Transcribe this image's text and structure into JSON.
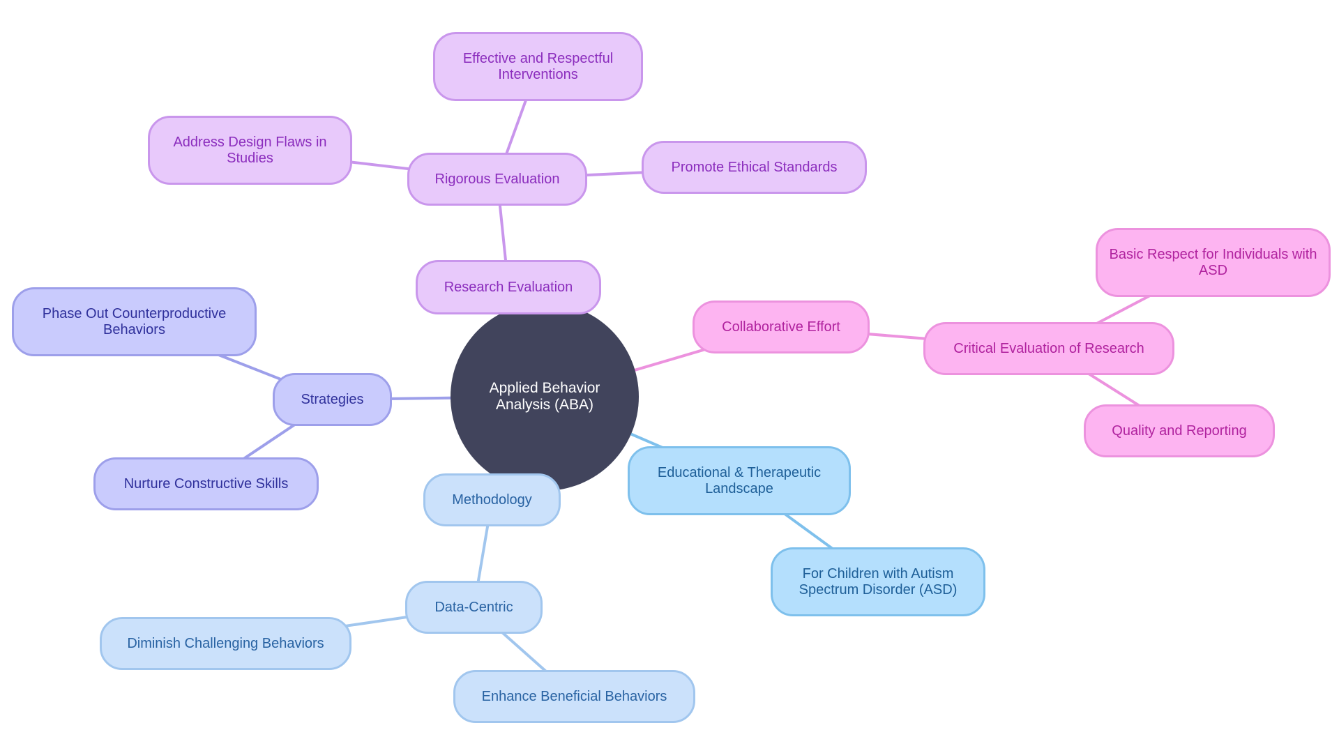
{
  "diagram": {
    "root": {
      "label": "Applied Behavior Analysis (ABA)"
    },
    "nodes": [
      {
        "id": "research-evaluation",
        "label": "Research Evaluation",
        "theme": "purple"
      },
      {
        "id": "rigorous-evaluation",
        "label": "Rigorous Evaluation",
        "theme": "purple"
      },
      {
        "id": "effective-respectful-interventions",
        "label": "Effective and Respectful Interventions",
        "theme": "purple"
      },
      {
        "id": "address-design-flaws",
        "label": "Address Design Flaws in Studies",
        "theme": "purple"
      },
      {
        "id": "promote-ethical-standards",
        "label": "Promote Ethical Standards",
        "theme": "purple"
      },
      {
        "id": "collaborative-effort",
        "label": "Collaborative Effort",
        "theme": "pink"
      },
      {
        "id": "critical-evaluation",
        "label": "Critical Evaluation of Research",
        "theme": "pink"
      },
      {
        "id": "basic-respect",
        "label": "Basic Respect for Individuals with ASD",
        "theme": "pink"
      },
      {
        "id": "quality-reporting",
        "label": "Quality and Reporting",
        "theme": "pink"
      },
      {
        "id": "educational-therapeutic",
        "label": "Educational & Therapeutic Landscape",
        "theme": "blue"
      },
      {
        "id": "children-asd",
        "label": "For Children with Autism Spectrum Disorder (ASD)",
        "theme": "blue"
      },
      {
        "id": "methodology",
        "label": "Methodology",
        "theme": "lblue"
      },
      {
        "id": "data-centric",
        "label": "Data-Centric",
        "theme": "lblue"
      },
      {
        "id": "diminish-challenging",
        "label": "Diminish Challenging Behaviors",
        "theme": "lblue"
      },
      {
        "id": "enhance-beneficial",
        "label": "Enhance Beneficial Behaviors",
        "theme": "lblue"
      },
      {
        "id": "strategies",
        "label": "Strategies",
        "theme": "indigo"
      },
      {
        "id": "phase-out",
        "label": "Phase Out Counterproductive Behaviors",
        "theme": "indigo"
      },
      {
        "id": "nurture-skills",
        "label": "Nurture Constructive Skills",
        "theme": "indigo"
      }
    ],
    "edges": [
      {
        "from": "root",
        "to": "research-evaluation",
        "theme": "purple"
      },
      {
        "from": "research-evaluation",
        "to": "rigorous-evaluation",
        "theme": "purple"
      },
      {
        "from": "rigorous-evaluation",
        "to": "effective-respectful-interventions",
        "theme": "purple"
      },
      {
        "from": "rigorous-evaluation",
        "to": "address-design-flaws",
        "theme": "purple"
      },
      {
        "from": "rigorous-evaluation",
        "to": "promote-ethical-standards",
        "theme": "purple"
      },
      {
        "from": "root",
        "to": "collaborative-effort",
        "theme": "pink"
      },
      {
        "from": "collaborative-effort",
        "to": "critical-evaluation",
        "theme": "pink"
      },
      {
        "from": "critical-evaluation",
        "to": "basic-respect",
        "theme": "pink"
      },
      {
        "from": "critical-evaluation",
        "to": "quality-reporting",
        "theme": "pink"
      },
      {
        "from": "root",
        "to": "educational-therapeutic",
        "theme": "blue"
      },
      {
        "from": "educational-therapeutic",
        "to": "children-asd",
        "theme": "blue"
      },
      {
        "from": "root",
        "to": "methodology",
        "theme": "lblue"
      },
      {
        "from": "methodology",
        "to": "data-centric",
        "theme": "lblue"
      },
      {
        "from": "data-centric",
        "to": "diminish-challenging",
        "theme": "lblue"
      },
      {
        "from": "data-centric",
        "to": "enhance-beneficial",
        "theme": "lblue"
      },
      {
        "from": "root",
        "to": "strategies",
        "theme": "indigo"
      },
      {
        "from": "strategies",
        "to": "phase-out",
        "theme": "indigo"
      },
      {
        "from": "strategies",
        "to": "nurture-skills",
        "theme": "indigo"
      }
    ]
  },
  "colors": {
    "root_fill": "#41445c",
    "root_text": "#ffffff",
    "purple": {
      "fill": "#e8c9fb",
      "stroke": "#c996ec",
      "text": "#8b2dbd",
      "edge": "#c996ec"
    },
    "pink": {
      "fill": "#fdb4f1",
      "stroke": "#ec92de",
      "text": "#b0229e",
      "edge": "#ec92de"
    },
    "blue": {
      "fill": "#b4dffd",
      "stroke": "#7ec0ec",
      "text": "#1e5f98",
      "edge": "#7ec0ec"
    },
    "lblue": {
      "fill": "#cbe1fb",
      "stroke": "#a1c6ee",
      "text": "#2862a2",
      "edge": "#a1c6ee"
    },
    "indigo": {
      "fill": "#c9cbfd",
      "stroke": "#9d9fea",
      "text": "#2f309b",
      "edge": "#9d9fea"
    }
  }
}
